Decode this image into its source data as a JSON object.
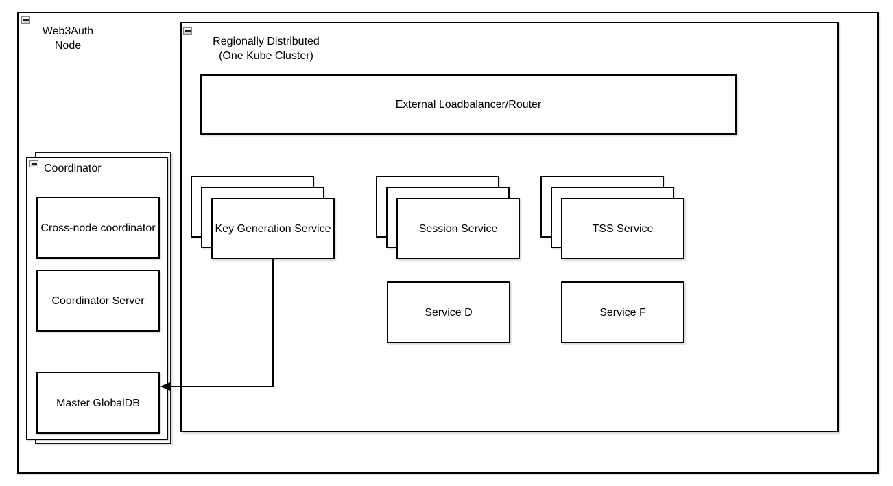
{
  "colors": {
    "stroke": "#000000",
    "background": "#ffffff",
    "shadow": "#d9d9d9",
    "collapse_icon_fill": "#d3d3d3"
  },
  "outer_group": {
    "name": "Web3Auth Node",
    "label_line1": "Web3Auth",
    "label_line2": "Node",
    "collapse_icon": "minus-icon"
  },
  "region_container": {
    "name": "Regionally Distributed (One Kube Cluster)",
    "label_line1": "Regionally Distributed",
    "label_line2": "(One Kube Cluster)",
    "collapse_icon": "minus-icon"
  },
  "load_balancer": {
    "label": "External Loadbalancer/Router"
  },
  "coordinator": {
    "title": "Coordinator",
    "collapse_icon": "minus-icon",
    "boxes": [
      {
        "label": "Cross-node coordinator"
      },
      {
        "label": "Coordinator Server"
      },
      {
        "label": "Master GlobalDB"
      }
    ]
  },
  "service_stacks": [
    {
      "label": "Key Generation Service",
      "replicas_shown": 3
    },
    {
      "label": "Session Service",
      "replicas_shown": 3
    },
    {
      "label": "TSS Service",
      "replicas_shown": 3
    }
  ],
  "services": [
    {
      "label": "Service D"
    },
    {
      "label": "Service F"
    }
  ],
  "connector": {
    "from": "Key Generation Service",
    "to": "Master GlobalDB",
    "style": "orthogonal",
    "arrowhead": "filled-triangle-left"
  }
}
